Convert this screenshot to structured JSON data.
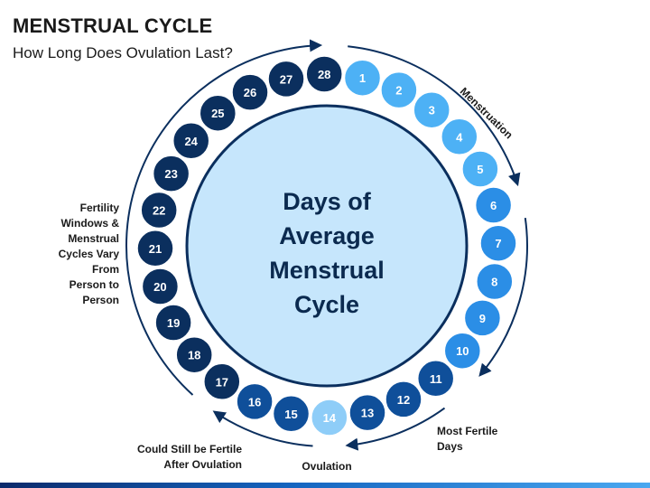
{
  "title": "MENSTRUAL CYCLE",
  "subtitle": "How Long Does Ovulation Last?",
  "center_text": [
    "Days of",
    "Average",
    "Menstrual",
    "Cycle"
  ],
  "labels": {
    "menstruation": "Menstruation",
    "fertility_note": [
      "Fertility",
      "Windows &",
      "Menstrual",
      "Cycles Vary",
      "From",
      "Person to",
      "Person"
    ],
    "most_fertile": [
      "Most Fertile",
      "Days"
    ],
    "ovulation": "Ovulation",
    "after_ovulation": [
      "Could Still be Fertile",
      "After Ovulation"
    ]
  },
  "days": [
    {
      "day": "1",
      "color": "#4db1f5"
    },
    {
      "day": "2",
      "color": "#4db1f5"
    },
    {
      "day": "3",
      "color": "#4db1f5"
    },
    {
      "day": "4",
      "color": "#4db1f5"
    },
    {
      "day": "5",
      "color": "#4db1f5"
    },
    {
      "day": "6",
      "color": "#2b8ee6"
    },
    {
      "day": "7",
      "color": "#2b8ee6"
    },
    {
      "day": "8",
      "color": "#2b8ee6"
    },
    {
      "day": "9",
      "color": "#2b8ee6"
    },
    {
      "day": "10",
      "color": "#2b8ee6"
    },
    {
      "day": "11",
      "color": "#0f4f9a"
    },
    {
      "day": "12",
      "color": "#0f4f9a"
    },
    {
      "day": "13",
      "color": "#0f4f9a"
    },
    {
      "day": "14",
      "color": "#8ecdf8"
    },
    {
      "day": "15",
      "color": "#0f4f9a"
    },
    {
      "day": "16",
      "color": "#0f4f9a"
    },
    {
      "day": "17",
      "color": "#0b2f5e"
    },
    {
      "day": "18",
      "color": "#0b2f5e"
    },
    {
      "day": "19",
      "color": "#0b2f5e"
    },
    {
      "day": "20",
      "color": "#0b2f5e"
    },
    {
      "day": "21",
      "color": "#0b2f5e"
    },
    {
      "day": "22",
      "color": "#0b2f5e"
    },
    {
      "day": "23",
      "color": "#0b2f5e"
    },
    {
      "day": "24",
      "color": "#0b2f5e"
    },
    {
      "day": "25",
      "color": "#0b2f5e"
    },
    {
      "day": "26",
      "color": "#0b2f5e"
    },
    {
      "day": "27",
      "color": "#0b2f5e"
    },
    {
      "day": "28",
      "color": "#0b2f5e"
    }
  ],
  "colors": {
    "inner_circle_fill": "#c6e6fc",
    "inner_circle_stroke": "#0b2f5e",
    "outer_ring": "#0b2f5e",
    "day_text": "#ffffff"
  }
}
